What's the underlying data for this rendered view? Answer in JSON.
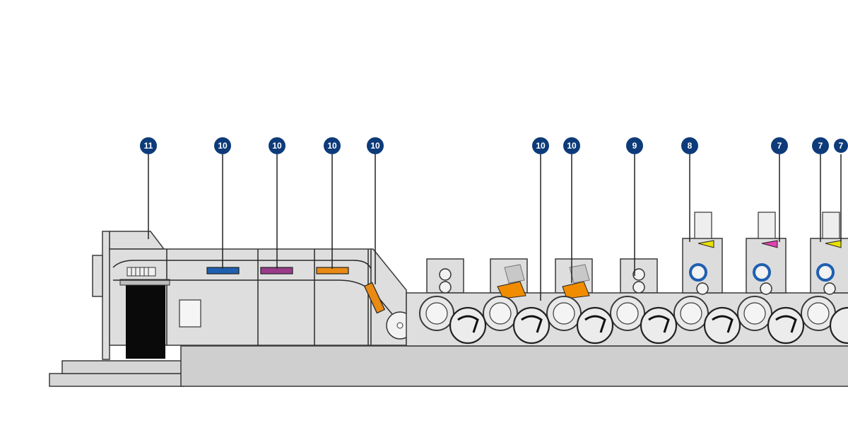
{
  "callouts": [
    {
      "id": "c11",
      "label": "11"
    },
    {
      "id": "c10a",
      "label": "10"
    },
    {
      "id": "c10b",
      "label": "10"
    },
    {
      "id": "c10c",
      "label": "10"
    },
    {
      "id": "c10d",
      "label": "10"
    },
    {
      "id": "c10e",
      "label": "10"
    },
    {
      "id": "c10f",
      "label": "10"
    },
    {
      "id": "c9",
      "label": "9"
    },
    {
      "id": "c8",
      "label": "8"
    },
    {
      "id": "c7a",
      "label": "7"
    },
    {
      "id": "c7b",
      "label": "7"
    },
    {
      "id": "c7c",
      "label": "7"
    }
  ],
  "colors": {
    "badge": "#0d3b7a",
    "dryer_blue": "#1f5fb0",
    "dryer_purple": "#9a3b8a",
    "dryer_orange": "#e88a14",
    "coater_orange": "#f08c00",
    "ink_yellow": "#e8e000",
    "ink_magenta": "#e040b0"
  }
}
